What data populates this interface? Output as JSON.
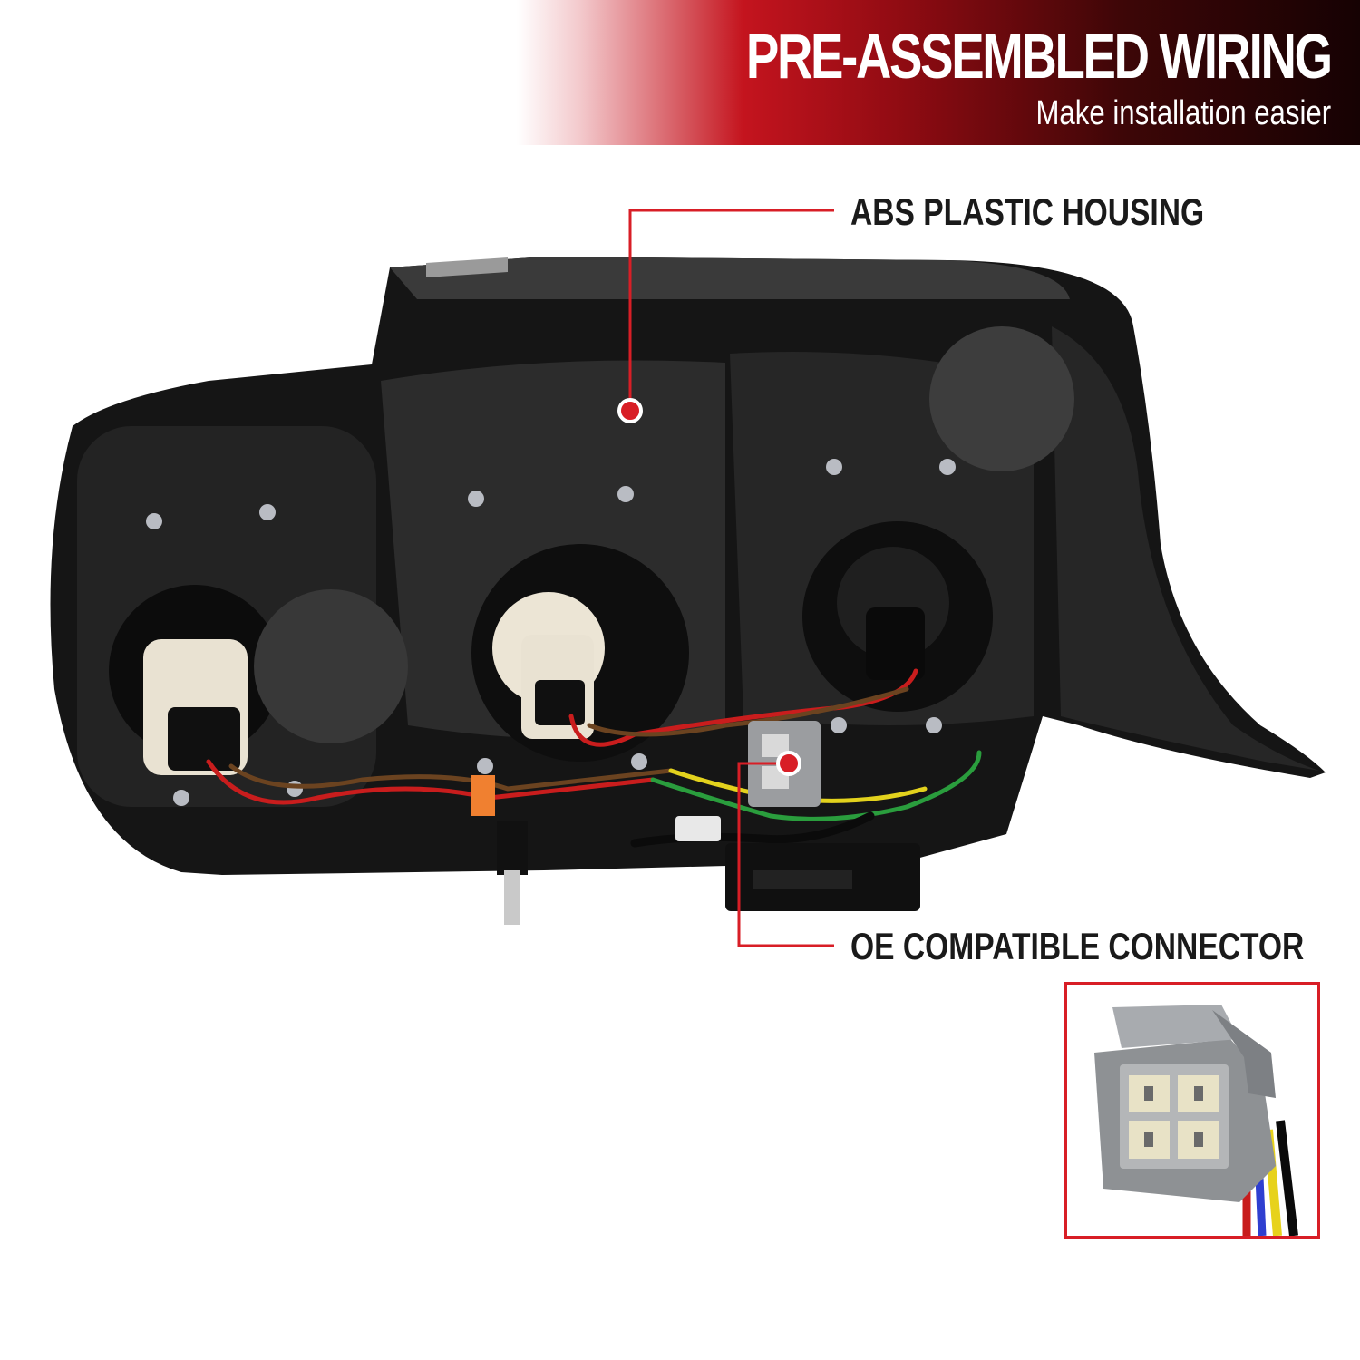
{
  "banner": {
    "title": "PRE-ASSEMBLED WIRING",
    "subtitle": "Make installation easier"
  },
  "callouts": {
    "housing_label": "ABS PLASTIC HOUSING",
    "connector_label": "OE COMPATIBLE CONNECTOR"
  },
  "colors": {
    "accent_red": "#d81e26",
    "banner_dark": "#160203",
    "housing_black": "#141414"
  },
  "product": {
    "subject": "rear of tail light assembly with wiring harness",
    "inset_subject": "gray OE connector close-up"
  }
}
